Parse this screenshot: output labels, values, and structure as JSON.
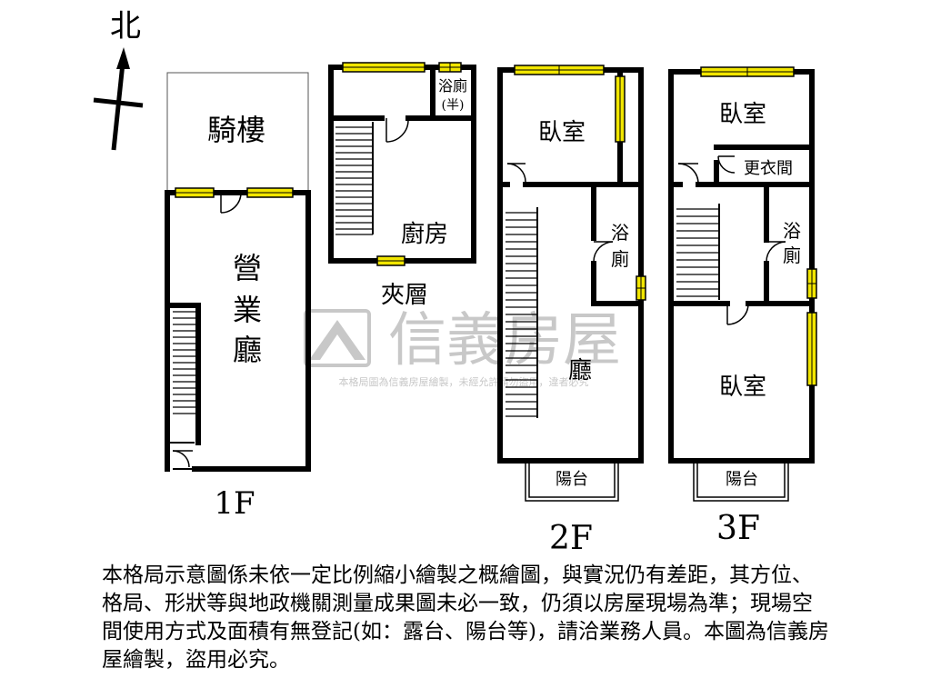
{
  "compass": {
    "north_label": "北"
  },
  "floor_1f": {
    "floor_label": "1F",
    "arcade_label": "騎樓",
    "hall_label_chars": [
      "營",
      "業",
      "廳"
    ]
  },
  "mezzanine": {
    "floor_label": "夾層",
    "kitchen_label": "廚房",
    "half_bath_label": "浴廁",
    "half_bath_note": "(半)"
  },
  "floor_2f": {
    "floor_label": "2F",
    "bedroom_label": "臥室",
    "bath_label_chars": [
      "浴",
      "廁"
    ],
    "hall_label": "廳",
    "balcony_label": "陽台"
  },
  "floor_3f": {
    "floor_label": "3F",
    "bedroom_top_label": "臥室",
    "closet_label": "更衣間",
    "bath_label_chars": [
      "浴",
      "廁"
    ],
    "bedroom_bottom_label": "臥室",
    "balcony_label": "陽台"
  },
  "watermark": {
    "brand": "信義房屋",
    "notice": "本格局圖為信義房屋繪製，未經允許請勿盜用，違者必究"
  },
  "disclaimer": "本格局示意圖係未依一定比例縮小繪製之概繪圖，與實況仍有差距，其方位、格局、形狀等與地政機關測量成果圖未必一致，仍須以房屋現場為準；現場空間使用方式及面積有無登記(如：露台、陽台等)，請洽業務人員。本圖為信義房屋繪製，盜用必究。",
  "colors": {
    "wall": "#000000",
    "window": "#f2e600",
    "watermark": "#c8c8c8"
  }
}
